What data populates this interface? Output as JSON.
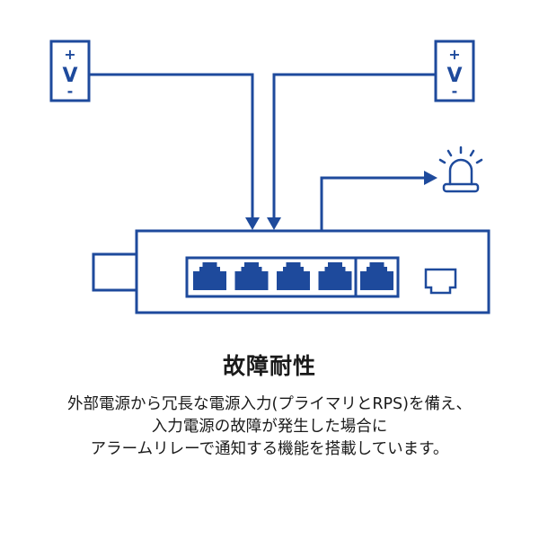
{
  "colors": {
    "accent": "#1e4a9c",
    "text": "#1a1a1a",
    "background": "#ffffff"
  },
  "power_supplies": [
    {
      "name": "primary",
      "plus": "+",
      "label": "V",
      "minus": "-"
    },
    {
      "name": "rps",
      "plus": "+",
      "label": "V",
      "minus": "-"
    }
  ],
  "device": {
    "active_ports": 5,
    "group_divider_after": 4,
    "extra_port": "empty-port"
  },
  "alarm": {
    "icon": "alarm-light-icon"
  },
  "heading": "故障耐性",
  "description": [
    "外部電源から冗長な電源入力(プライマリとRPS)を備え、",
    "入力電源の故障が発生した場合に",
    "アラームリレーで通知する機能を搭載しています。"
  ]
}
